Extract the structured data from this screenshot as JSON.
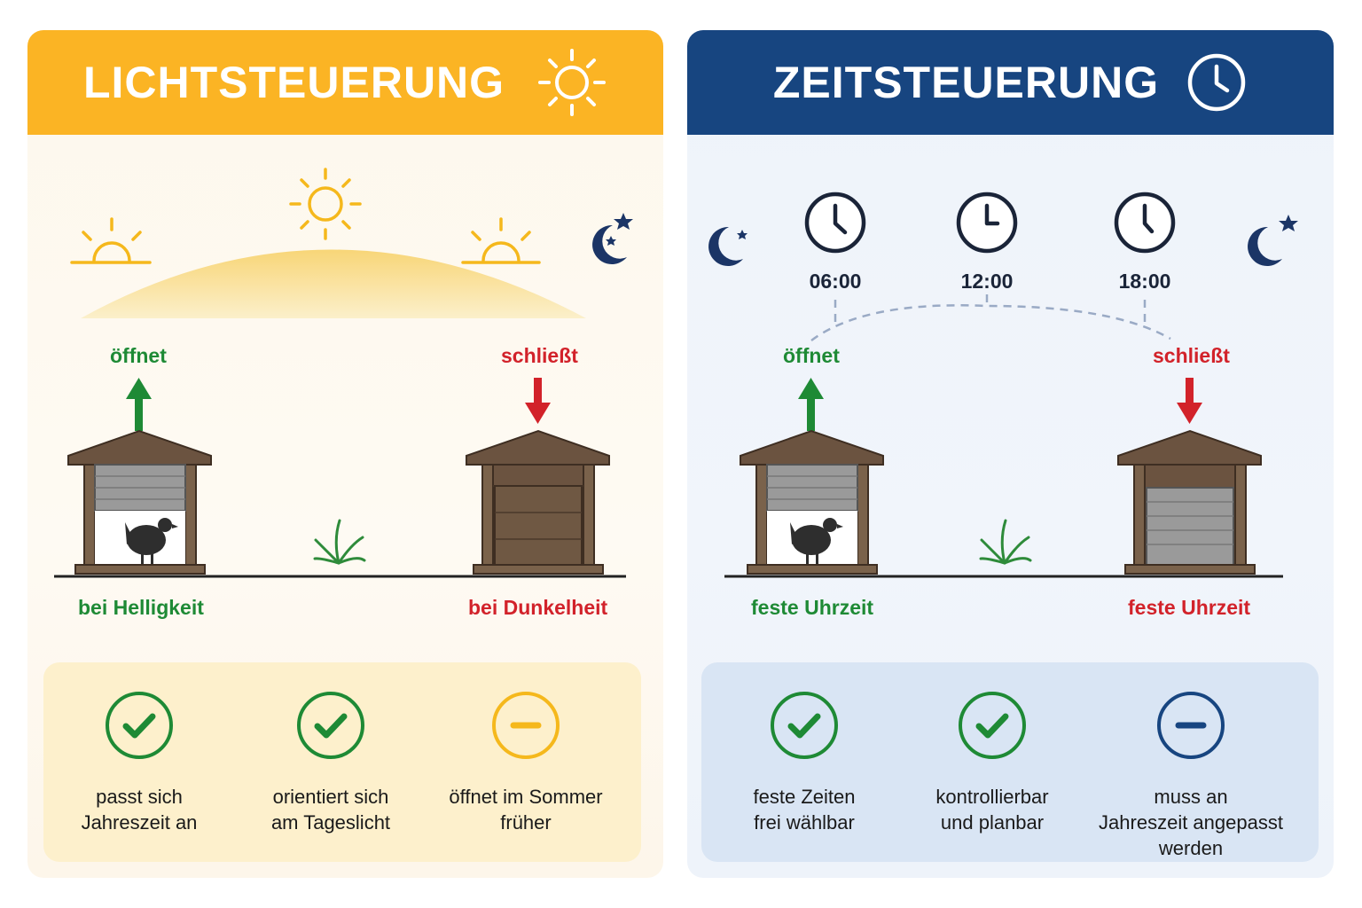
{
  "light": {
    "title": "LICHTSTEUERUNG",
    "header_icon": "sun-icon",
    "open_label": "öffnet",
    "close_label": "schließt",
    "open_condition": "bei Helligkeit",
    "close_condition": "bei Dunkelheit",
    "benefits": [
      {
        "icon": "check-icon",
        "lines": [
          "passt sich",
          "Jahreszeit an"
        ]
      },
      {
        "icon": "check-icon",
        "lines": [
          "orientiert sich",
          "am Tageslicht"
        ]
      },
      {
        "icon": "minus-icon",
        "lines": [
          "öffnet im Sommer",
          "früher"
        ]
      }
    ]
  },
  "time": {
    "title": "ZEITSTEUERUNG",
    "header_icon": "clock-icon",
    "times": [
      "06:00",
      "12:00",
      "18:00"
    ],
    "open_label": "öffnet",
    "close_label": "schließt",
    "open_condition": "feste Uhrzeit",
    "close_condition": "feste Uhrzeit",
    "benefits": [
      {
        "icon": "check-icon",
        "lines": [
          "feste Zeiten",
          "frei wählbar"
        ]
      },
      {
        "icon": "check-icon",
        "lines": [
          "kontrollierbar",
          "und planbar"
        ]
      },
      {
        "icon": "minus-icon",
        "lines": [
          "muss an",
          "Jahreszeit angepasst",
          "werden"
        ]
      }
    ]
  },
  "colors": {
    "light_header": "#fbb424",
    "time_header": "#174580",
    "open_green": "#1e8a35",
    "close_red": "#d2222a",
    "minus_yellow": "#f5b81c",
    "minus_blue": "#174580"
  }
}
